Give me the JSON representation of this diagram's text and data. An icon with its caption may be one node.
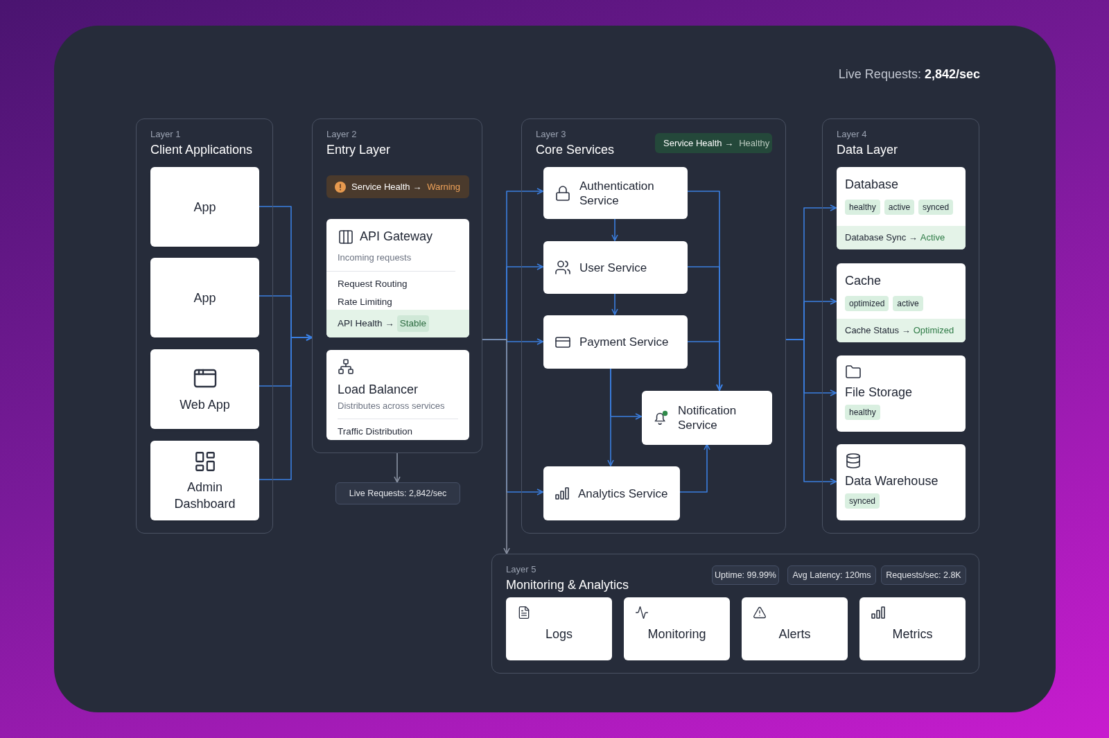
{
  "diagram": {
    "nodes": [
      {
        "text": [
          "Layer 1",
          "Client Applications"
        ]
      },
      {
        "text": [
          "App"
        ],
        "in": 0
      },
      {
        "text": [
          "App"
        ],
        "in": 0
      },
      {
        "text": [
          "Web App"
        ],
        "in": 0
      },
      {
        "text": [
          "Admin Dashboard"
        ],
        "in": 0
      },
      {
        "text": [
          "Layer 2",
          "Entry Layer"
        ]
      },
      {
        "text": [
          "Service Health →",
          "Warning"
        ],
        "in": 5
      },
      {
        "text": [
          "API Gateway",
          "Incoming requests",
          "Request Routing",
          "Rate Limiting",
          "API Health →",
          "Stable"
        ],
        "in": 5
      },
      {
        "text": [
          "Load Balancer",
          "Distributes across services",
          "Traffic Distribution"
        ],
        "in": 5
      },
      {
        "text": [
          "Live Requests: 2,842/sec"
        ]
      },
      {
        "text": [
          "Layer 3",
          "Core Services"
        ]
      },
      {
        "text": [
          "Service Health →",
          "Healthy"
        ],
        "in": 10
      },
      {
        "text": [
          "Authentication Service"
        ],
        "in": 10
      },
      {
        "text": [
          "User Service"
        ],
        "in": 10
      },
      {
        "text": [
          "Payment Service"
        ],
        "in": 10
      },
      {
        "text": [
          "Notification Service"
        ],
        "in": 10
      },
      {
        "text": [
          "Analytics Service"
        ],
        "in": 10
      },
      {
        "text": [
          "Layer 4",
          "Data Layer"
        ]
      },
      {
        "text": [
          "Database",
          "healthy",
          "active",
          "synced",
          "Database Sync →",
          "Active"
        ],
        "in": 17
      },
      {
        "text": [
          "Cache",
          "optimized",
          "active",
          "Cache Status →",
          "Optimized"
        ],
        "in": 17
      },
      {
        "text": [
          "File Storage",
          "healthy"
        ],
        "in": 17
      },
      {
        "text": [
          "Data Warehouse",
          "synced"
        ],
        "in": 17
      },
      {
        "text": [
          "Layer 5",
          "Monitoring & Analytics"
        ]
      },
      {
        "text": [
          "Uptime: 99.99%"
        ],
        "in": 22
      },
      {
        "text": [
          "Avg Latency: 120ms"
        ],
        "in": 22
      },
      {
        "text": [
          "Requests/sec: 2.8K"
        ],
        "in": 22
      },
      {
        "text": [
          "Logs"
        ],
        "in": 22
      },
      {
        "text": [
          "Monitoring"
        ],
        "in": 22
      },
      {
        "text": [
          "Alerts"
        ],
        "in": 22
      },
      {
        "text": [
          "Metrics"
        ],
        "in": 22
      }
    ],
    "edges": [
      {
        "from": 1,
        "to": 5,
        "arrow": "to"
      },
      {
        "from": 2,
        "to": 5,
        "arrow": "to"
      },
      {
        "from": 3,
        "to": 5,
        "arrow": "to"
      },
      {
        "from": 4,
        "to": 5,
        "arrow": "to"
      },
      {
        "from": 5,
        "to": 12,
        "arrow": "to"
      },
      {
        "from": 5,
        "to": 13,
        "arrow": "to"
      },
      {
        "from": 5,
        "to": 14,
        "arrow": "to"
      },
      {
        "from": 5,
        "to": 16,
        "arrow": "to"
      },
      {
        "from": 5,
        "to": 22,
        "arrow": "to",
        "color": "#8b93a3"
      },
      {
        "from": 5,
        "to": 9,
        "arrow": "to",
        "color": "#8b93a3"
      },
      {
        "from": 12,
        "to": 13,
        "arrow": "to"
      },
      {
        "from": 13,
        "to": 14,
        "arrow": "to"
      },
      {
        "from": 14,
        "to": 16,
        "arrow": "to"
      },
      {
        "from": 14,
        "to": 15,
        "arrow": "to"
      },
      {
        "from": 12,
        "to": 15,
        "arrow": "to"
      },
      {
        "from": 13,
        "to": 15,
        "arrow": "to"
      },
      {
        "from": 14,
        "to": 15,
        "arrow": "to"
      },
      {
        "from": 16,
        "to": 15,
        "arrow": "to"
      },
      {
        "from": 10,
        "to": 18,
        "arrow": "to"
      },
      {
        "from": 10,
        "to": 19,
        "arrow": "to"
      },
      {
        "from": 10,
        "to": 20,
        "arrow": "to"
      },
      {
        "from": 10,
        "to": 21,
        "arrow": "to"
      }
    ],
    "labels": [
      "Live Requests: **2,842/sec**"
    ]
  }
}
